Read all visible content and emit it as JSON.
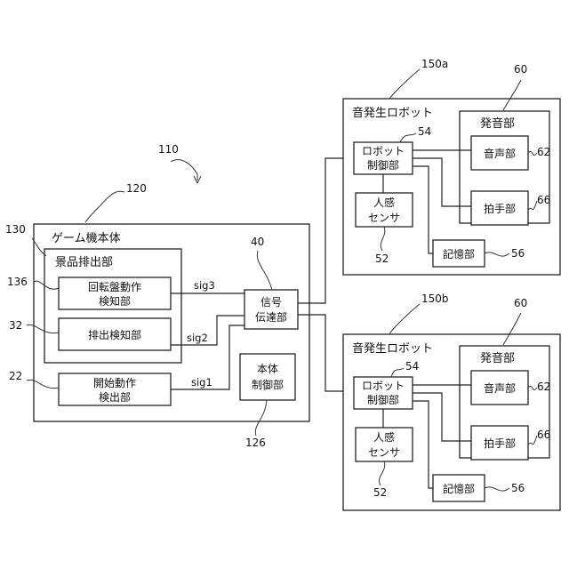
{
  "diagram": {
    "game_machine": {
      "title": "ゲーム機本体",
      "ref": "120",
      "prize_unit": {
        "title": "景品排出部",
        "ref": "130",
        "rotation_detector": {
          "line1": "回転盤動作",
          "line2": "検知部",
          "ref": "136"
        },
        "discharge_detector": {
          "label": "排出検知部",
          "ref": "32"
        }
      },
      "start_detector": {
        "line1": "開始動作",
        "line2": "検出部",
        "ref": "22"
      },
      "signal_unit": {
        "line1": "信号",
        "line2": "伝達部",
        "ref": "40"
      },
      "main_control": {
        "line1": "本体",
        "line2": "制御部",
        "ref": "126"
      }
    },
    "signals": {
      "sig1": "sig1",
      "sig2": "sig2",
      "sig3": "sig3"
    },
    "system_ref": "110",
    "robot_a": {
      "title": "音発生ロボット",
      "ref": "150a",
      "control": {
        "line1": "ロボット",
        "line2": "制御部",
        "ref": "54"
      },
      "sensor": {
        "line1": "人感",
        "line2": "センサ",
        "ref": "52"
      },
      "memory": {
        "label": "記憶部",
        "ref": "56"
      },
      "sound_unit": {
        "title": "発音部",
        "ref": "60",
        "voice": {
          "label": "音声部",
          "ref": "62"
        },
        "clap": {
          "label": "拍手部",
          "ref": "66"
        }
      }
    },
    "robot_b": {
      "title": "音発生ロボット",
      "ref": "150b",
      "control": {
        "line1": "ロボット",
        "line2": "制御部",
        "ref": "54"
      },
      "sensor": {
        "line1": "人感",
        "line2": "センサ",
        "ref": "52"
      },
      "memory": {
        "label": "記憶部",
        "ref": "56"
      },
      "sound_unit": {
        "title": "発音部",
        "ref": "60",
        "voice": {
          "label": "音声部",
          "ref": "62"
        },
        "clap": {
          "label": "拍手部",
          "ref": "66"
        }
      }
    }
  }
}
